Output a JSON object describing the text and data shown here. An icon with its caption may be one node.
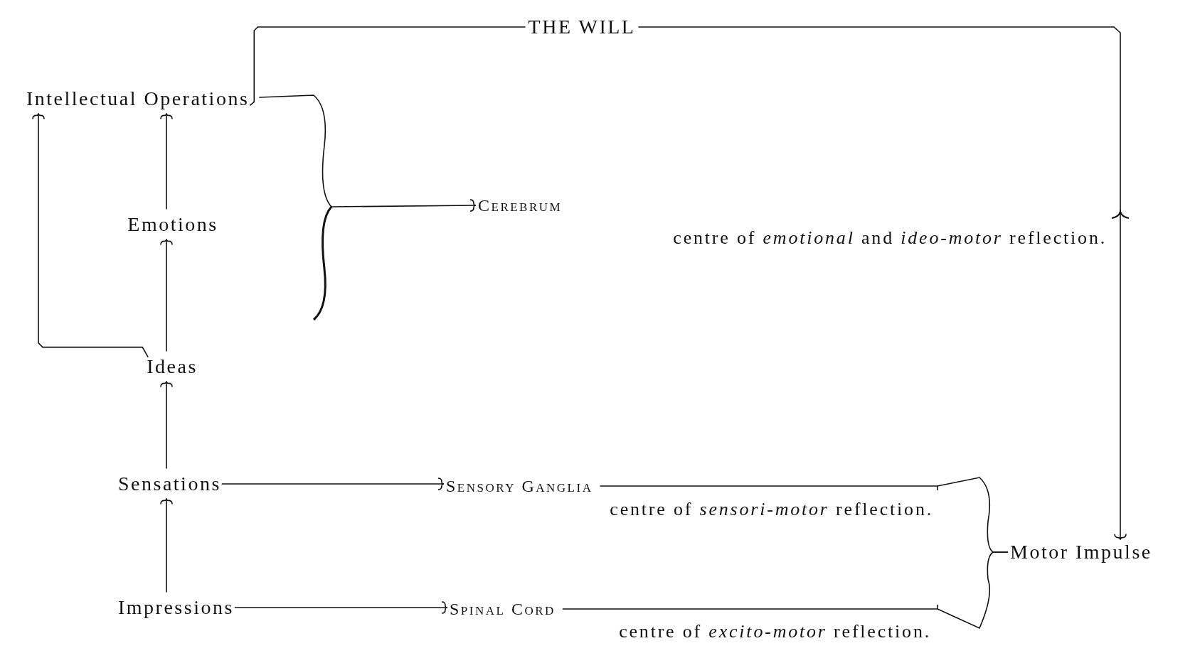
{
  "diagram": {
    "nodes": [
      {
        "text": [
          "THE WILL"
        ]
      },
      {
        "text": [
          "Intellectual Operations"
        ]
      },
      {
        "text": [
          "Emotions"
        ]
      },
      {
        "text": [
          "Cerebrum"
        ]
      },
      {
        "text": [
          "Ideas"
        ]
      },
      {
        "text": [
          "Sensations"
        ]
      },
      {
        "text": [
          "Sensory Ganglia"
        ],
        "beside": [
          "centre of *sensori-motor* reflection."
        ]
      },
      {
        "text": [
          "Motor Impulse"
        ]
      },
      {
        "text": [
          "Impressions"
        ]
      },
      {
        "text": [
          "Spinal Cord"
        ],
        "beside": [
          "centre of *excito-motor* reflection."
        ]
      }
    ],
    "edges": [
      {
        "from": 1,
        "to": 0,
        "arrow": "none"
      },
      {
        "from": 0,
        "to": 7,
        "arrow": "to"
      },
      {
        "from": 1,
        "to": 3,
        "arrow": "to"
      },
      {
        "from": 2,
        "to": 1,
        "arrow": "to"
      },
      {
        "from": 4,
        "to": 2,
        "arrow": "to"
      },
      {
        "from": 5,
        "to": 4,
        "arrow": "to"
      },
      {
        "from": 8,
        "to": 5,
        "arrow": "to"
      },
      {
        "from": 4,
        "to": 1,
        "arrow": "to"
      },
      {
        "from": 5,
        "to": 6,
        "arrow": "to"
      },
      {
        "from": 8,
        "to": 9,
        "arrow": "to"
      },
      {
        "from": 6,
        "to": 7,
        "arrow": "none"
      },
      {
        "from": 9,
        "to": 7,
        "arrow": "none"
      }
    ],
    "labels": [
      "centre of *emotional* and *ideo-motor* reflection."
    ]
  }
}
